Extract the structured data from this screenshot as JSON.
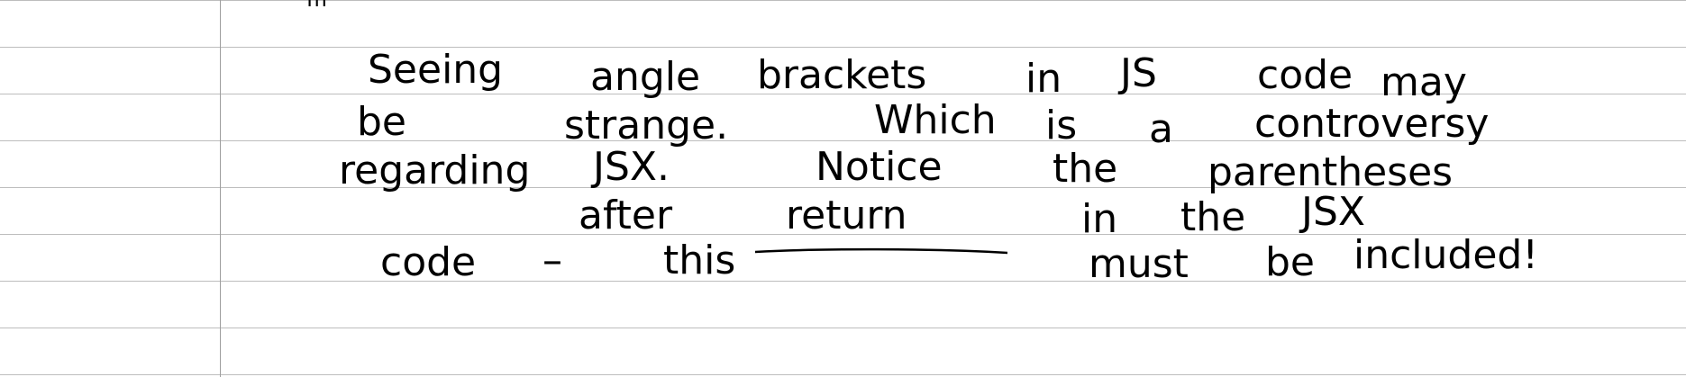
{
  "note": {
    "marker": "'''",
    "words": [
      {
        "id": "w-seeing",
        "text": "Seeing"
      },
      {
        "id": "w-angle",
        "text": "angle"
      },
      {
        "id": "w-brackets",
        "text": "brackets"
      },
      {
        "id": "w-in",
        "text": "in"
      },
      {
        "id": "w-js",
        "text": "JS"
      },
      {
        "id": "w-code1",
        "text": "code"
      },
      {
        "id": "w-may",
        "text": "may"
      },
      {
        "id": "w-be1",
        "text": "be"
      },
      {
        "id": "w-strange",
        "text": "strange."
      },
      {
        "id": "w-which",
        "text": "Which"
      },
      {
        "id": "w-is",
        "text": "is"
      },
      {
        "id": "w-a",
        "text": "a"
      },
      {
        "id": "w-controversy",
        "text": "controversy"
      },
      {
        "id": "w-regarding",
        "text": "regarding"
      },
      {
        "id": "w-jsx1",
        "text": "JSX."
      },
      {
        "id": "w-notice",
        "text": "Notice"
      },
      {
        "id": "w-the1",
        "text": "the"
      },
      {
        "id": "w-parentheses",
        "text": "parentheses"
      },
      {
        "id": "w-after",
        "text": "after"
      },
      {
        "id": "w-return",
        "text": "return"
      },
      {
        "id": "w-in2",
        "text": "in"
      },
      {
        "id": "w-the2",
        "text": "the"
      },
      {
        "id": "w-jsx2",
        "text": "JSX"
      },
      {
        "id": "w-code2",
        "text": "code"
      },
      {
        "id": "w-dash",
        "text": "–"
      },
      {
        "id": "w-this",
        "text": "this"
      },
      {
        "id": "w-must",
        "text": "must"
      },
      {
        "id": "w-be2",
        "text": "be"
      },
      {
        "id": "w-included",
        "text": "included!"
      }
    ]
  }
}
